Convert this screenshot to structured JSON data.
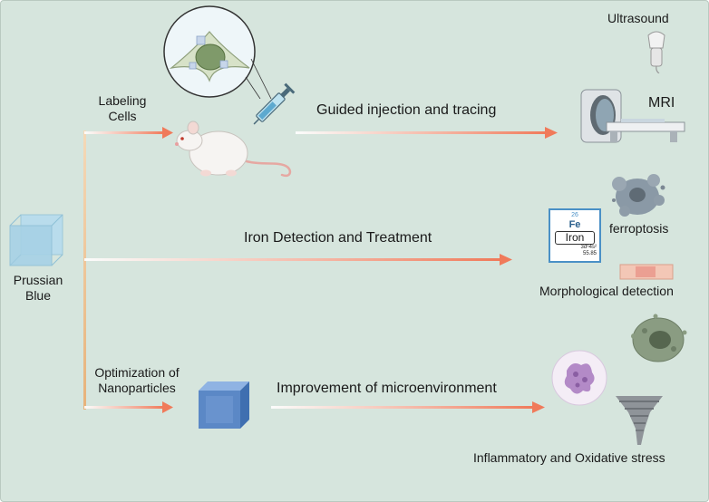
{
  "source": {
    "label_line1": "Prussian",
    "label_line2": "Blue"
  },
  "branches": [
    {
      "label_line1": "Labeling",
      "label_line2": "Cells",
      "arrow_label": "Guided injection and tracing"
    },
    {
      "arrow_label": "Iron Detection and Treatment"
    },
    {
      "label_line1": "Optimization of",
      "label_line2": "Nanoparticles",
      "arrow_label": "Improvement of microenvironment"
    }
  ],
  "outcomes": {
    "ultrasound": "Ultrasound",
    "mri": "MRI",
    "ferroptosis": "ferroptosis",
    "morphological": "Morphological detection",
    "inflammatory": "Inflammatory and Oxidative stress"
  },
  "element_tile": {
    "number": "26",
    "symbol": "Fe",
    "name": "Iron",
    "config": "3d⁶4s²",
    "mass": "55.85"
  },
  "colors": {
    "background": "#d6e5dd",
    "arrow": "#f07a5a",
    "trunk": "#e7b27a",
    "cube": "#5b88c6"
  }
}
